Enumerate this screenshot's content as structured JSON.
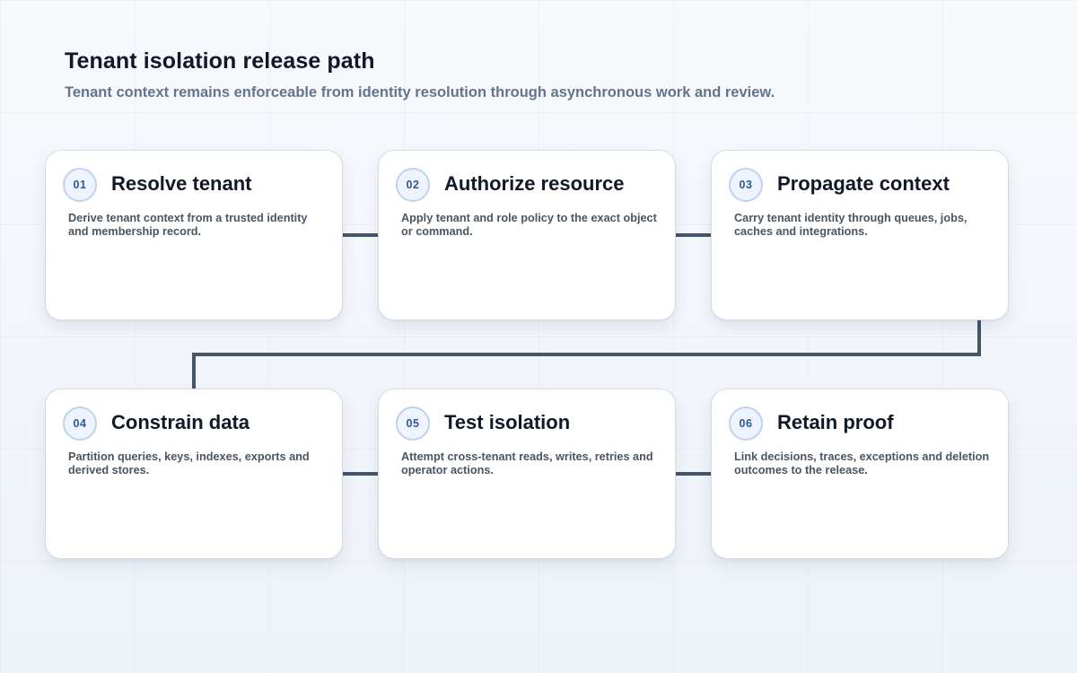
{
  "header": {
    "title": "Tenant isolation release path",
    "subtitle": "Tenant context remains enforceable from identity resolution through asynchronous work and review."
  },
  "steps": [
    {
      "number": "01",
      "title": "Resolve tenant",
      "description": "Derive tenant context from a trusted identity and membership record."
    },
    {
      "number": "02",
      "title": "Authorize resource",
      "description": "Apply tenant and role policy to the exact object or command."
    },
    {
      "number": "03",
      "title": "Propagate context",
      "description": "Carry tenant identity through queues, jobs, caches and integrations."
    },
    {
      "number": "04",
      "title": "Constrain data",
      "description": "Partition queries, keys, indexes, exports and derived stores."
    },
    {
      "number": "05",
      "title": "Test isolation",
      "description": "Attempt cross-tenant reads, writes, retries and operator actions."
    },
    {
      "number": "06",
      "title": "Retain proof",
      "description": "Link decisions, traces, exceptions and deletion outcomes to the release."
    }
  ],
  "theme": {
    "connector_color": "#475569",
    "badge_text_color": "#2f579a",
    "badge_border_color": "#bfd2ee",
    "card_background": "#ffffff"
  }
}
